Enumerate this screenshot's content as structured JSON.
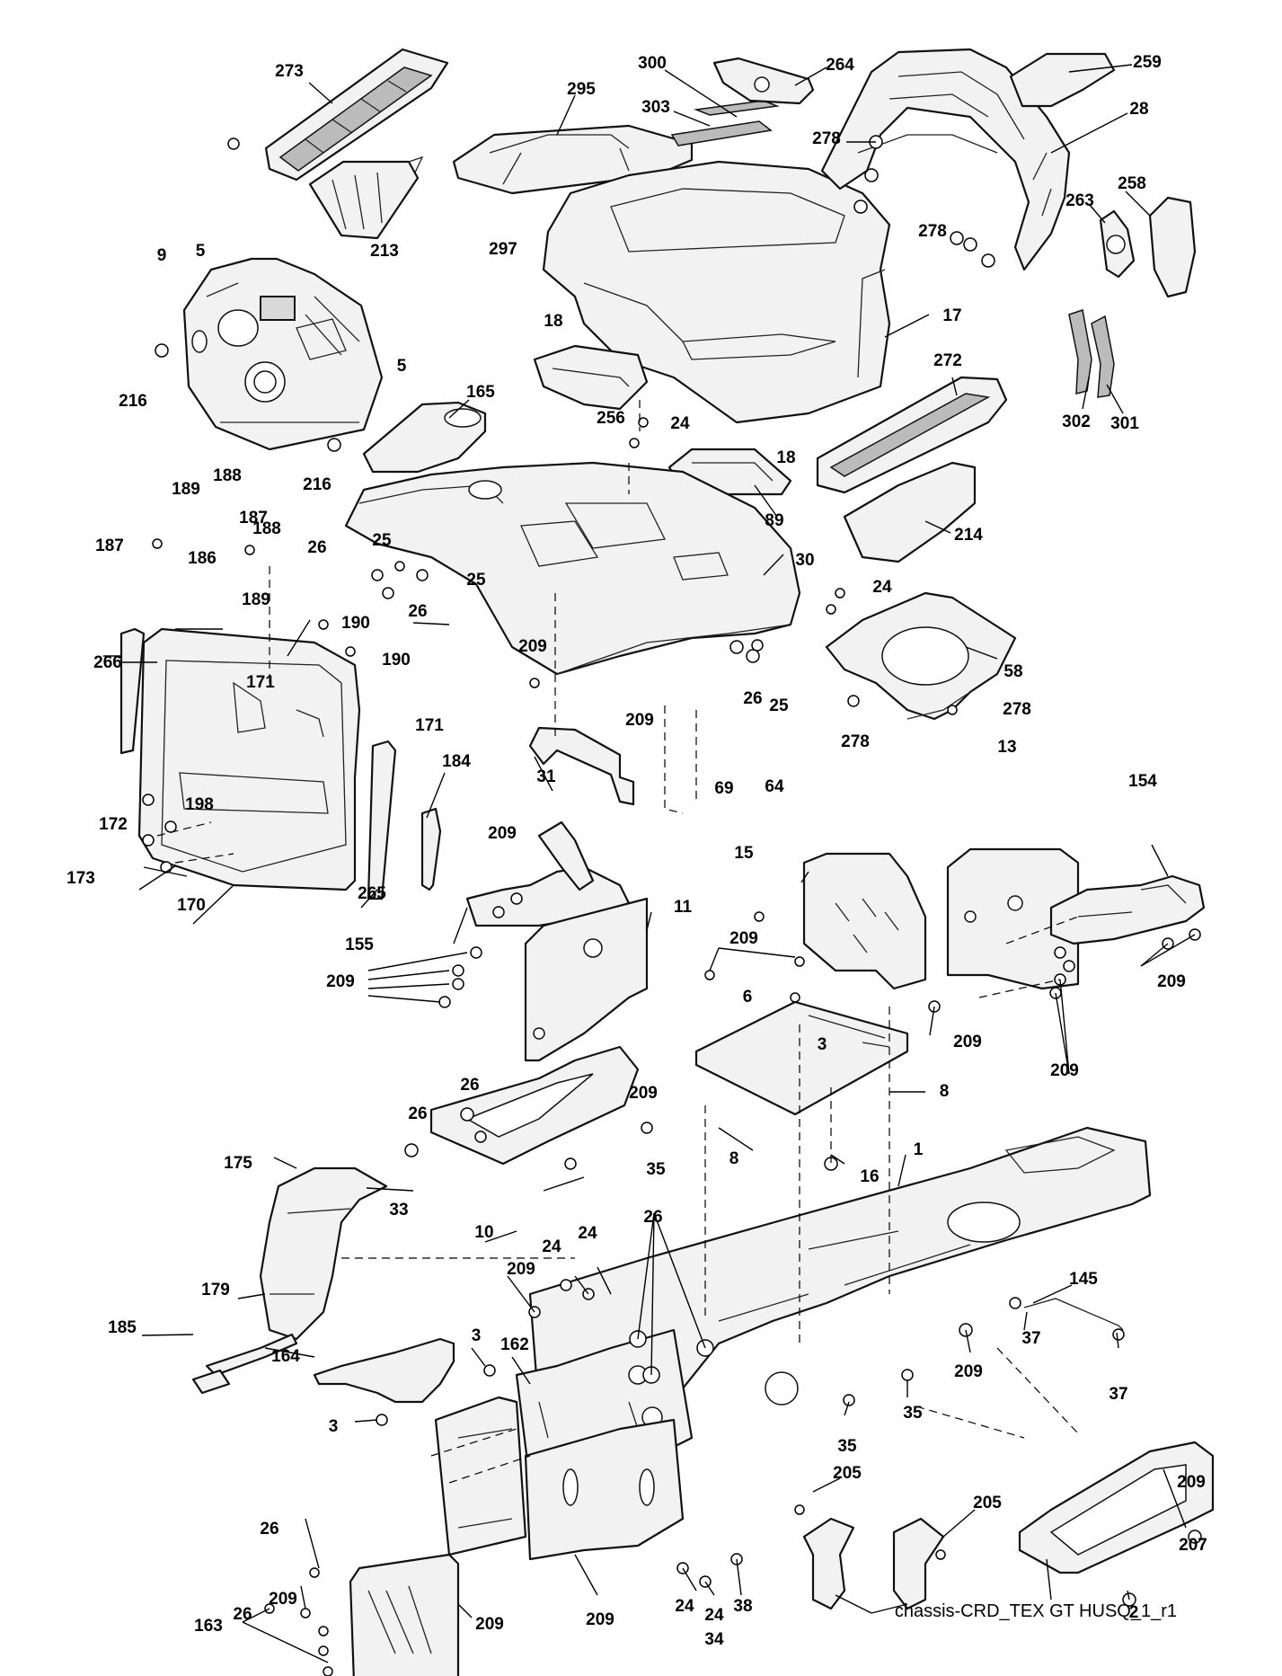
{
  "diagram": {
    "caption": "chassis-CRD_TEX GT HUSQ_1_r1",
    "callouts": [
      "273",
      "300",
      "264",
      "259",
      "295",
      "303",
      "278",
      "28",
      "213",
      "5",
      "297",
      "258",
      "9",
      "18",
      "263",
      "17",
      "278",
      "5",
      "216",
      "165",
      "272",
      "302",
      "301",
      "256",
      "24",
      "216",
      "18",
      "89",
      "188",
      "214",
      "189",
      "187",
      "187",
      "188",
      "186",
      "26",
      "25",
      "189",
      "25",
      "30",
      "24",
      "190",
      "26",
      "266",
      "190",
      "209",
      "58",
      "171",
      "171",
      "26",
      "25",
      "278",
      "209",
      "278",
      "13",
      "184",
      "31",
      "69",
      "64",
      "154",
      "198",
      "15",
      "172",
      "209",
      "173",
      "155",
      "11",
      "170",
      "265",
      "209",
      "209",
      "209",
      "6",
      "3",
      "209",
      "8",
      "26",
      "26",
      "209",
      "209",
      "8",
      "175",
      "1",
      "35",
      "16",
      "33",
      "10",
      "24",
      "26",
      "24",
      "209",
      "145",
      "179",
      "185",
      "3",
      "164",
      "162",
      "37",
      "209",
      "37",
      "35",
      "3",
      "35",
      "209",
      "205",
      "205",
      "26",
      "209",
      "207",
      "26",
      "2",
      "209",
      "163",
      "209",
      "24",
      "24",
      "38",
      "34"
    ]
  }
}
